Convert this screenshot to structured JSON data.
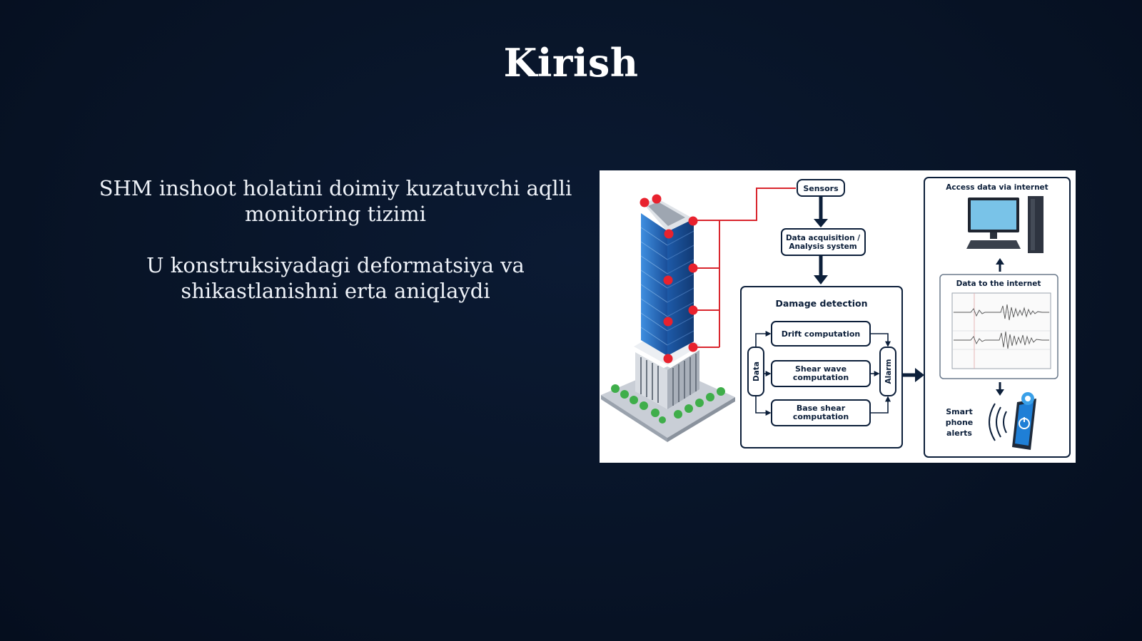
{
  "slide": {
    "title": "Kirish",
    "paragraphs": [
      {
        "line1": "SHM inshoot holatini doimiy kuzatuvchi aqlli",
        "line2": "monitoring tizimi"
      },
      {
        "line1": "U konstruksiyadagi deformatsiya va",
        "line2": "shikastlanishni erta aniqlaydi"
      }
    ]
  },
  "diagram": {
    "sensors": "Sensors",
    "daq_line1": "Data acquisition /",
    "daq_line2": "Analysis system",
    "damage_detection": "Damage detection",
    "drift": "Drift computation",
    "shear_line1": "Shear wave",
    "shear_line2": "computation",
    "base_line1": "Base shear",
    "base_line2": "computation",
    "data_label": "Data",
    "alarm_label": "Alarm",
    "access": "Access data via internet",
    "data_to_internet": "Data to the internet",
    "smart_line1": "Smart",
    "smart_line2": "phone",
    "smart_line3": "alerts",
    "colors": {
      "sensor_red": "#e8222e",
      "wire_red": "#d9262e",
      "navy": "#0c1f3a",
      "building_blue": "#2a6fc0"
    }
  }
}
